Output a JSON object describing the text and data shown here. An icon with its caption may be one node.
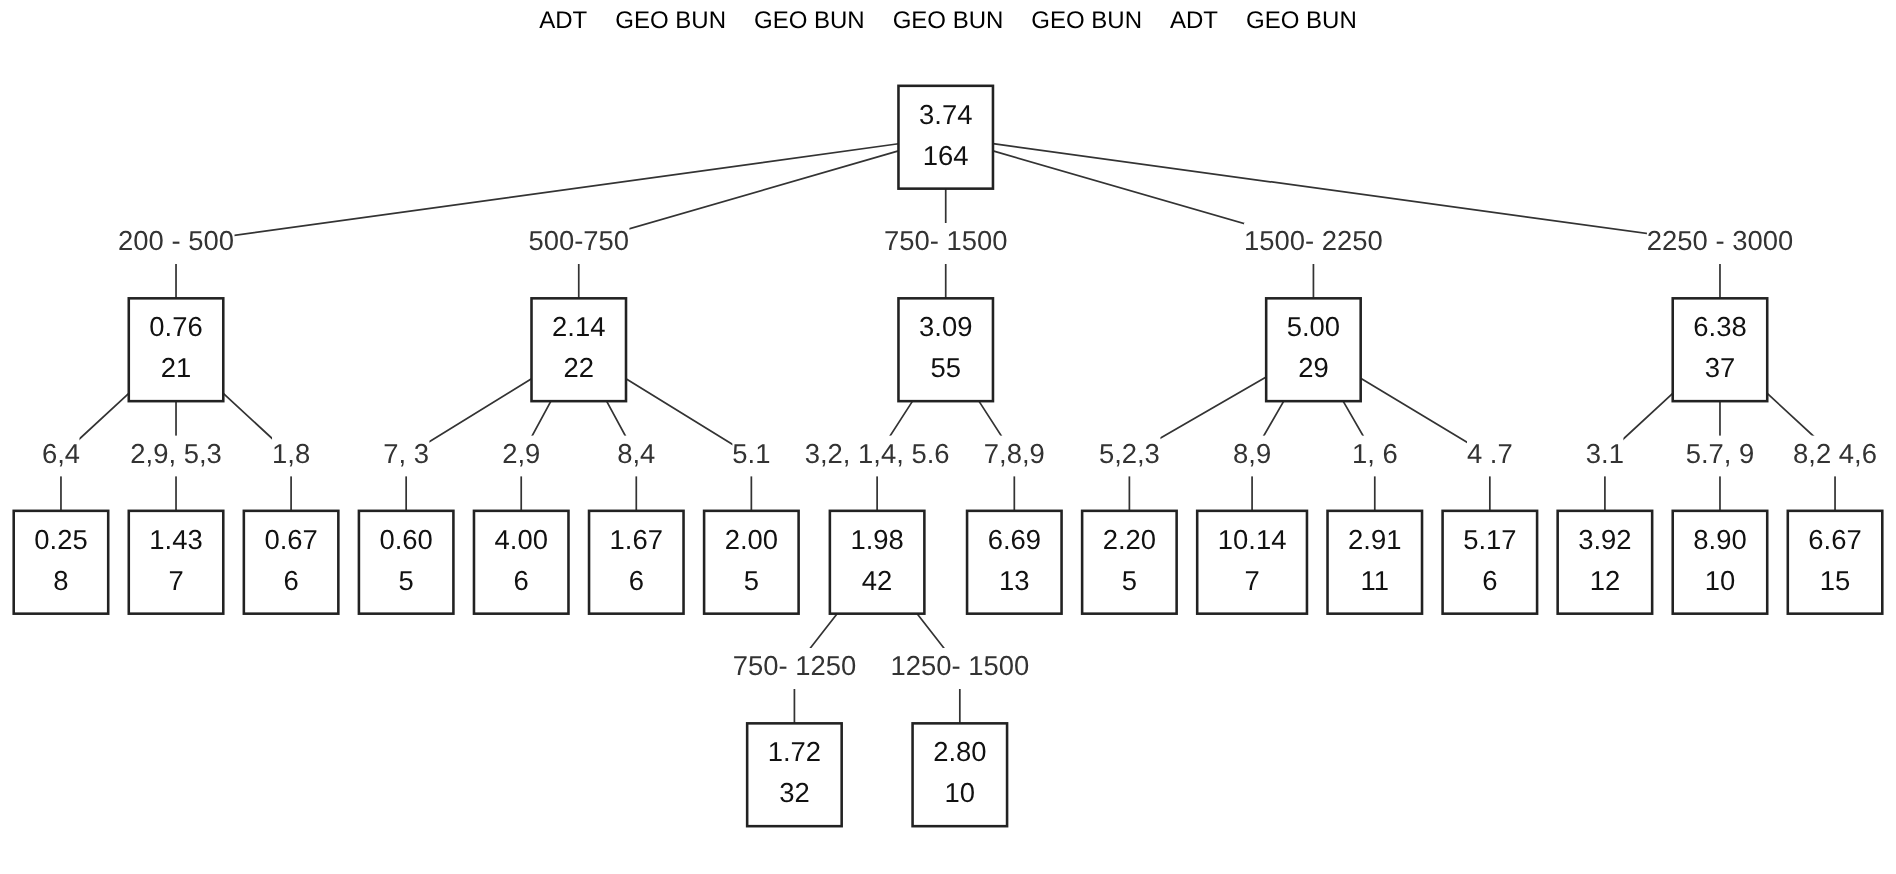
{
  "diagram": {
    "nodes": [
      {
        "text": [
          "3.74",
          "164"
        ]
      },
      {
        "text": [
          "0.76",
          "21"
        ]
      },
      {
        "text": [
          "2.14",
          "22"
        ]
      },
      {
        "text": [
          "3.09",
          "55"
        ]
      },
      {
        "text": [
          "5.00",
          "29"
        ]
      },
      {
        "text": [
          "6.38",
          "37"
        ]
      },
      {
        "text": [
          "0.25",
          "8"
        ]
      },
      {
        "text": [
          "1.43",
          "7"
        ]
      },
      {
        "text": [
          "0.67",
          "6"
        ]
      },
      {
        "text": [
          "0.60",
          "5"
        ]
      },
      {
        "text": [
          "4.00",
          "6"
        ]
      },
      {
        "text": [
          "1.67",
          "6"
        ]
      },
      {
        "text": [
          "2.00",
          "5"
        ]
      },
      {
        "text": [
          "1.98",
          "42"
        ]
      },
      {
        "text": [
          "6.69",
          "13"
        ]
      },
      {
        "text": [
          "1.72",
          "32"
        ]
      },
      {
        "text": [
          "2.80",
          "10"
        ]
      },
      {
        "text": [
          "2.20",
          "5"
        ]
      },
      {
        "text": [
          "10.14",
          "7"
        ]
      },
      {
        "text": [
          "2.91",
          "11"
        ]
      },
      {
        "text": [
          "5.17",
          "6"
        ]
      },
      {
        "text": [
          "3.92",
          "12"
        ]
      },
      {
        "text": [
          "8.90",
          "10"
        ]
      },
      {
        "text": [
          "6.67",
          "15"
        ]
      }
    ],
    "edges": [
      {
        "from": 0,
        "to": 1,
        "arrow": "none",
        "label": "200 - 500"
      },
      {
        "from": 0,
        "to": 2,
        "arrow": "none",
        "label": "500-750"
      },
      {
        "from": 0,
        "to": 3,
        "arrow": "none",
        "label": "750- 1500"
      },
      {
        "from": 0,
        "to": 4,
        "arrow": "none",
        "label": "1500- 2250"
      },
      {
        "from": 0,
        "to": 5,
        "arrow": "none",
        "label": "2250 - 3000"
      },
      {
        "from": 1,
        "to": 6,
        "arrow": "none",
        "label": "6,4"
      },
      {
        "from": 1,
        "to": 7,
        "arrow": "none",
        "label": "2,9, 5,3"
      },
      {
        "from": 1,
        "to": 8,
        "arrow": "none",
        "label": "1,8"
      },
      {
        "from": 2,
        "to": 9,
        "arrow": "none",
        "label": "7, 3"
      },
      {
        "from": 2,
        "to": 10,
        "arrow": "none",
        "label": "2,9"
      },
      {
        "from": 2,
        "to": 11,
        "arrow": "none",
        "label": "8,4"
      },
      {
        "from": 2,
        "to": 12,
        "arrow": "none",
        "label": "5.1"
      },
      {
        "from": 3,
        "to": 13,
        "arrow": "none",
        "label": "3,2, 1,4, 5.6"
      },
      {
        "from": 3,
        "to": 14,
        "arrow": "none",
        "label": "7,8,9"
      },
      {
        "from": 13,
        "to": 15,
        "arrow": "none",
        "label": "750- 1250"
      },
      {
        "from": 13,
        "to": 16,
        "arrow": "none",
        "label": "1250- 1500"
      },
      {
        "from": 4,
        "to": 17,
        "arrow": "none",
        "label": "5,2,3"
      },
      {
        "from": 4,
        "to": 18,
        "arrow": "none",
        "label": "8,9"
      },
      {
        "from": 4,
        "to": 19,
        "arrow": "none",
        "label": "1, 6"
      },
      {
        "from": 4,
        "to": 20,
        "arrow": "none",
        "label": "4 .7"
      },
      {
        "from": 5,
        "to": 21,
        "arrow": "none",
        "label": "3.1"
      },
      {
        "from": 5,
        "to": 22,
        "arrow": "none",
        "label": "5.7, 9"
      },
      {
        "from": 5,
        "to": 23,
        "arrow": "none",
        "label": "8,2 4,6"
      }
    ],
    "labels": [
      "ADT",
      "GEO BUN",
      "GEO BUN",
      "GEO BUN",
      "GEO BUN",
      "ADT",
      "GEO BUN"
    ]
  }
}
